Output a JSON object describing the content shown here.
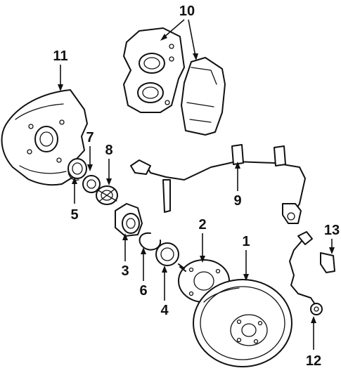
{
  "callouts": [
    {
      "id": "1",
      "text": "1",
      "part": "disc-rotor"
    },
    {
      "id": "2",
      "text": "2",
      "part": "hub"
    },
    {
      "id": "3",
      "text": "3",
      "part": "knuckle-spacer"
    },
    {
      "id": "4",
      "text": "4",
      "part": "outer-bearing"
    },
    {
      "id": "5",
      "text": "5",
      "part": "inner-bearing"
    },
    {
      "id": "6",
      "text": "6",
      "part": "snap-ring"
    },
    {
      "id": "7",
      "text": "7",
      "part": "seal"
    },
    {
      "id": "8",
      "text": "8",
      "part": "bearing-race"
    },
    {
      "id": "9",
      "text": "9",
      "part": "abs-sensor-wire"
    },
    {
      "id": "10",
      "text": "10",
      "part": "caliper-and-pads"
    },
    {
      "id": "11",
      "text": "11",
      "part": "dust-shield"
    },
    {
      "id": "12",
      "text": "12",
      "part": "brake-hose"
    },
    {
      "id": "13",
      "text": "13",
      "part": "hose-clip"
    }
  ],
  "colors": {
    "line": "#111111",
    "background": "#ffffff"
  }
}
